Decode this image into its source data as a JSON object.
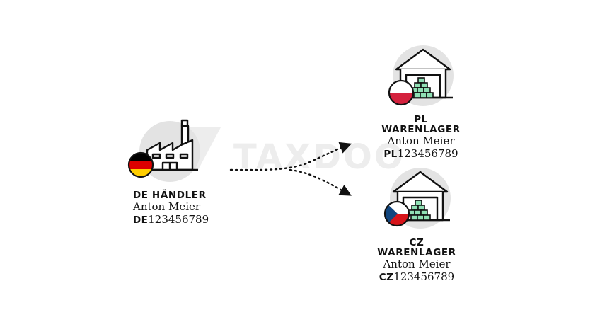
{
  "watermark": {
    "text": "TAXDOO"
  },
  "nodes": {
    "source": {
      "title": "DE HÄNDLER",
      "name": "Anton Meier",
      "vat_prefix": "DE",
      "vat_number": "123456789",
      "icon": "factory-icon",
      "flag": "germany-flag-icon"
    },
    "pl": {
      "title": "PL WARENLAGER",
      "name": "Anton Meier",
      "vat_prefix": "PL",
      "vat_number": "123456789",
      "icon": "warehouse-icon",
      "flag": "poland-flag-icon"
    },
    "cz": {
      "title": "CZ WARENLAGER",
      "name": "Anton Meier",
      "vat_prefix": "CZ",
      "vat_number": "123456789",
      "icon": "warehouse-icon",
      "flag": "czech-flag-icon"
    }
  },
  "colors": {
    "ink": "#111111",
    "circle": "#e3e3e3",
    "boxes": "#8fe0b4",
    "de_black": "#000000",
    "de_red": "#dd0000",
    "de_gold": "#ffce00",
    "pl_red": "#d4213d",
    "cz_blue": "#11457e",
    "cz_red": "#d7141a"
  }
}
